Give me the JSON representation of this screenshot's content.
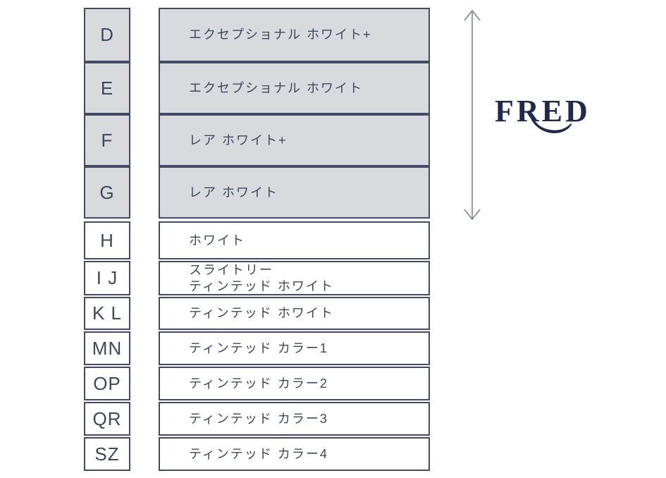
{
  "brand": {
    "logo_text": "FRED"
  },
  "colors": {
    "border": "#424a64",
    "text": "#3f4760",
    "shaded_fill": "#d8dade",
    "white_fill": "#ffffff",
    "arrow": "#7d8494",
    "logo": "#202a4c"
  },
  "scale": {
    "rows": [
      {
        "grade": "D",
        "label": "エクセプショナル ホワイト+",
        "shaded": true
      },
      {
        "grade": "E",
        "label": "エクセプショナル ホワイト",
        "shaded": true
      },
      {
        "grade": "F",
        "label": "レア ホワイト+",
        "shaded": true
      },
      {
        "grade": "G",
        "label": "レア ホワイト",
        "shaded": true
      },
      {
        "grade": "H",
        "label": "ホワイト",
        "shaded": false
      },
      {
        "grade": "I J",
        "label": "スライトリー\nティンテッド ホワイト",
        "shaded": false
      },
      {
        "grade": "K L",
        "label": "ティンテッド ホワイト",
        "shaded": false
      },
      {
        "grade": "MN",
        "label": "ティンテッド カラー1",
        "shaded": false
      },
      {
        "grade": "OP",
        "label": "ティンテッド カラー2",
        "shaded": false
      },
      {
        "grade": "QR",
        "label": "ティンテッド カラー3",
        "shaded": false
      },
      {
        "grade": "SZ",
        "label": "ティンテッド カラー4",
        "shaded": false
      }
    ]
  },
  "arrow": {
    "meaning": "range-indicator-double-headed-vertical-arrow"
  }
}
